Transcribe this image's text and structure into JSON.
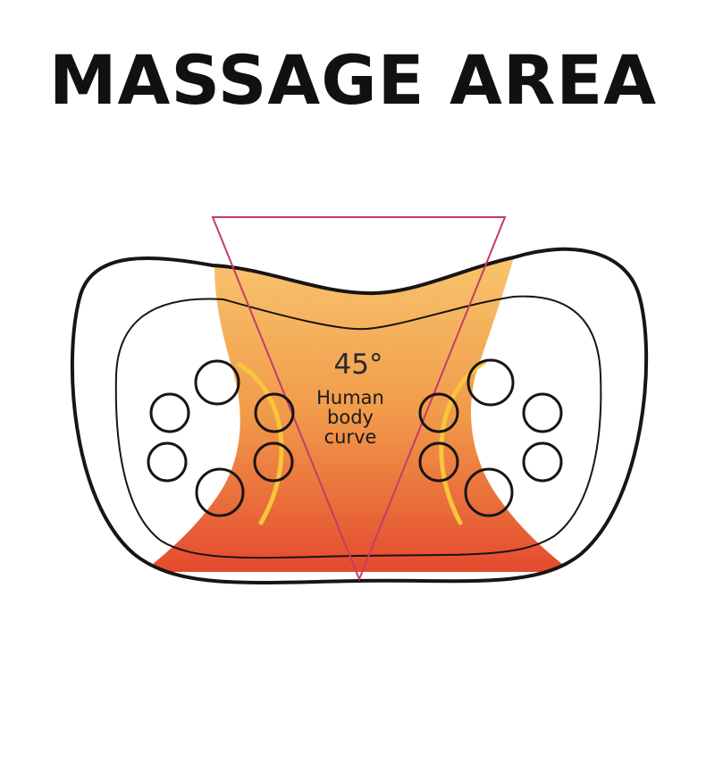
{
  "title": "MASSAGE AREA",
  "angle_label": "45°",
  "curve_label": {
    "line1": "Human",
    "line2": "body",
    "line3": "curve"
  },
  "colors": {
    "outline": "#1a1414",
    "gradient_top": "#f8c46c",
    "gradient_mid": "#f19a4a",
    "gradient_bottom": "#e44a2e",
    "triangle": "#c43c6a",
    "curve_highlight": "#f7c63a",
    "text": "#111111"
  }
}
